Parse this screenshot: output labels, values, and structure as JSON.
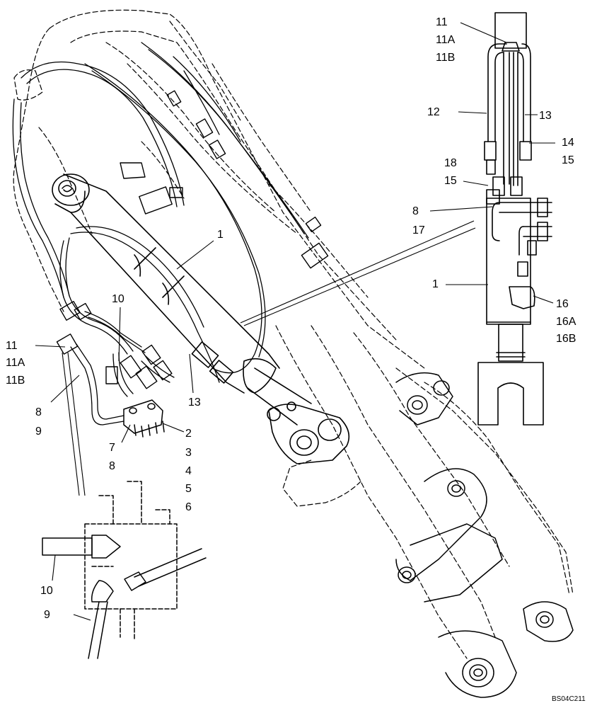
{
  "callouts": {
    "top_11": "11",
    "top_11a": "11A",
    "top_11b": "11B",
    "c12": "12",
    "c13_right": "13",
    "c14": "14",
    "c15_a": "15",
    "c18": "18",
    "c15_b": "15",
    "c8_right": "8",
    "c17": "17",
    "c1_right": "1",
    "c16": "16",
    "c16a": "16A",
    "c16b": "16B",
    "c1_left": "1",
    "c10_top": "10",
    "left_11": "11",
    "left_11a": "11A",
    "left_11b": "11B",
    "c13_left": "13",
    "c8_left": "8",
    "c9_left": "9",
    "c7": "7",
    "c8_mid": "8",
    "c2": "2",
    "c3": "3",
    "c4": "4",
    "c5": "5",
    "c6": "6",
    "c10_bottom": "10",
    "c9_bottom": "9"
  },
  "drawing_code": "BS04C211",
  "colors": {
    "ink": "#000000",
    "paper": "#ffffff"
  }
}
